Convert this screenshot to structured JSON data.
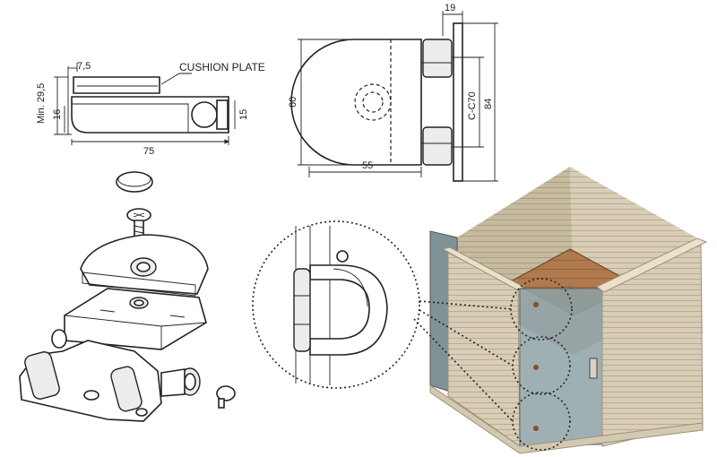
{
  "side_view": {
    "dim_top": "7,5",
    "callout": "CUSHION PLATE",
    "dim_min": "Min. 29,5",
    "dim_16": "16",
    "dim_15": "15",
    "dim_75": "75"
  },
  "top_view": {
    "dim_19": "19",
    "dim_60": "60",
    "dim_c": "C-C70",
    "dim_84": "84",
    "dim_55": "55"
  },
  "colors": {
    "sauna_wall": "#d8cdb6",
    "sauna_wall_dark": "#bfb398",
    "bench_wood": "#b07a4c",
    "glass": "#8fa3a8",
    "line": "#222222"
  }
}
